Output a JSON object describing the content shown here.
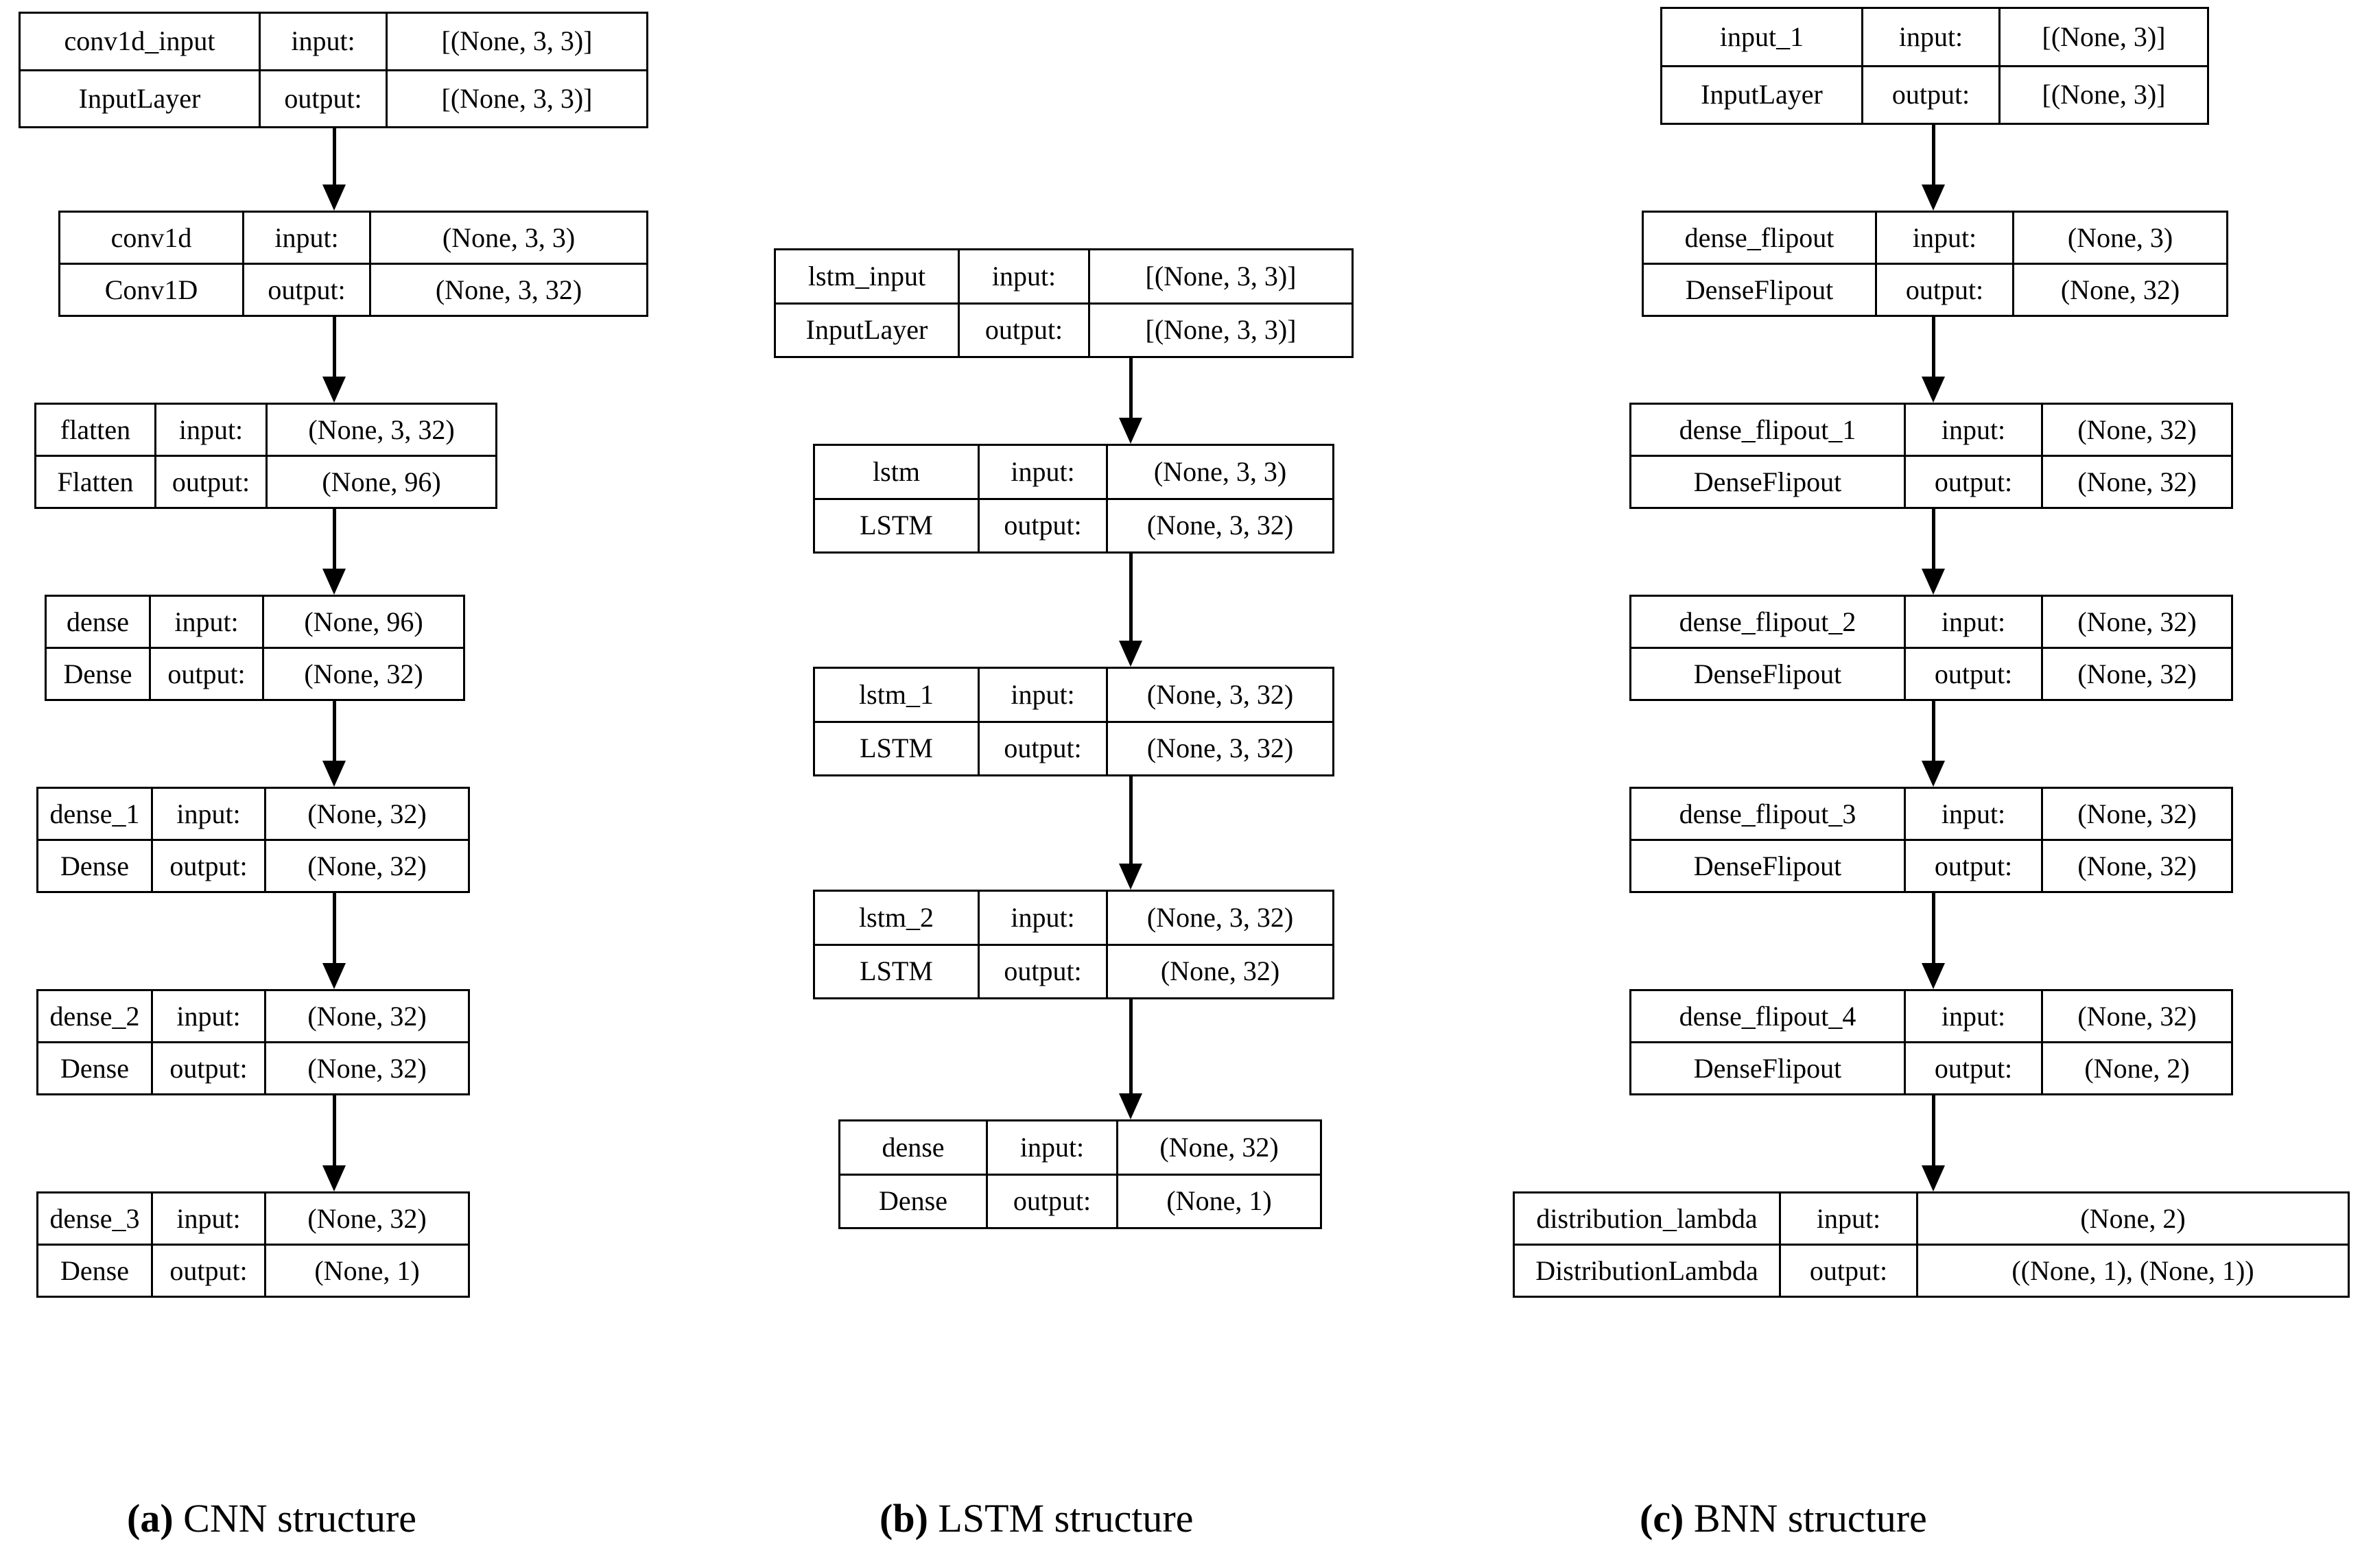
{
  "figure": {
    "type": "neural-network-architecture-diagram",
    "panels": [
      {
        "id": "cnn",
        "caption_tag": "(a)",
        "caption_text": " CNN structure",
        "columns": [
          "layer",
          "io",
          "shape"
        ],
        "nodes": [
          {
            "name": "conv1d_input",
            "class": "InputLayer",
            "input_label": "input:",
            "output_label": "output:",
            "input_shape": "[(None, 3, 3)]",
            "output_shape": "[(None, 3, 3)]"
          },
          {
            "name": "conv1d",
            "class": "Conv1D",
            "input_label": "input:",
            "output_label": "output:",
            "input_shape": "(None, 3, 3)",
            "output_shape": "(None, 3, 32)"
          },
          {
            "name": "flatten",
            "class": "Flatten",
            "input_label": "input:",
            "output_label": "output:",
            "input_shape": "(None, 3, 32)",
            "output_shape": "(None, 96)"
          },
          {
            "name": "dense",
            "class": "Dense",
            "input_label": "input:",
            "output_label": "output:",
            "input_shape": "(None, 96)",
            "output_shape": "(None, 32)"
          },
          {
            "name": "dense_1",
            "class": "Dense",
            "input_label": "input:",
            "output_label": "output:",
            "input_shape": "(None, 32)",
            "output_shape": "(None, 32)"
          },
          {
            "name": "dense_2",
            "class": "Dense",
            "input_label": "input:",
            "output_label": "output:",
            "input_shape": "(None, 32)",
            "output_shape": "(None, 32)"
          },
          {
            "name": "dense_3",
            "class": "Dense",
            "input_label": "input:",
            "output_label": "output:",
            "input_shape": "(None, 32)",
            "output_shape": "(None, 1)"
          }
        ]
      },
      {
        "id": "lstm",
        "caption_tag": "(b)",
        "caption_text": " LSTM structure",
        "columns": [
          "layer",
          "io",
          "shape"
        ],
        "nodes": [
          {
            "name": "lstm_input",
            "class": "InputLayer",
            "input_label": "input:",
            "output_label": "output:",
            "input_shape": "[(None, 3, 3)]",
            "output_shape": "[(None, 3, 3)]"
          },
          {
            "name": "lstm",
            "class": "LSTM",
            "input_label": "input:",
            "output_label": "output:",
            "input_shape": "(None, 3, 3)",
            "output_shape": "(None, 3, 32)"
          },
          {
            "name": "lstm_1",
            "class": "LSTM",
            "input_label": "input:",
            "output_label": "output:",
            "input_shape": "(None, 3, 32)",
            "output_shape": "(None, 3, 32)"
          },
          {
            "name": "lstm_2",
            "class": "LSTM",
            "input_label": "input:",
            "output_label": "output:",
            "input_shape": "(None, 3, 32)",
            "output_shape": "(None, 32)"
          },
          {
            "name": "dense",
            "class": "Dense",
            "input_label": "input:",
            "output_label": "output:",
            "input_shape": "(None, 32)",
            "output_shape": "(None, 1)"
          }
        ]
      },
      {
        "id": "bnn",
        "caption_tag": "(c)",
        "caption_text": " BNN structure",
        "columns": [
          "layer",
          "io",
          "shape"
        ],
        "nodes": [
          {
            "name": "input_1",
            "class": "InputLayer",
            "input_label": "input:",
            "output_label": "output:",
            "input_shape": "[(None, 3)]",
            "output_shape": "[(None, 3)]"
          },
          {
            "name": "dense_flipout",
            "class": "DenseFlipout",
            "input_label": "input:",
            "output_label": "output:",
            "input_shape": "(None, 3)",
            "output_shape": "(None, 32)"
          },
          {
            "name": "dense_flipout_1",
            "class": "DenseFlipout",
            "input_label": "input:",
            "output_label": "output:",
            "input_shape": "(None, 32)",
            "output_shape": "(None, 32)"
          },
          {
            "name": "dense_flipout_2",
            "class": "DenseFlipout",
            "input_label": "input:",
            "output_label": "output:",
            "input_shape": "(None, 32)",
            "output_shape": "(None, 32)"
          },
          {
            "name": "dense_flipout_3",
            "class": "DenseFlipout",
            "input_label": "input:",
            "output_label": "output:",
            "input_shape": "(None, 32)",
            "output_shape": "(None, 32)"
          },
          {
            "name": "dense_flipout_4",
            "class": "DenseFlipout",
            "input_label": "input:",
            "output_label": "output:",
            "input_shape": "(None, 32)",
            "output_shape": "(None, 2)"
          },
          {
            "name": "distribution_lambda",
            "class": "DistributionLambda",
            "input_label": "input:",
            "output_label": "output:",
            "input_shape": "(None, 2)",
            "output_shape": "((None, 1), (None, 1))"
          }
        ]
      }
    ]
  }
}
